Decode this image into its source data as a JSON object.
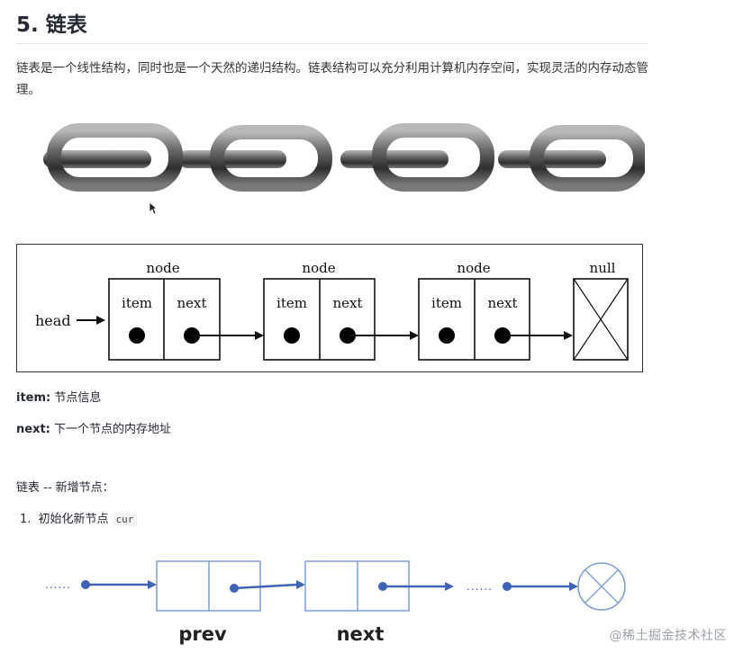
{
  "heading": "5. 链表",
  "intro": "链表是一个线性结构，同时也是一个天然的递归结构。链表结构可以充分利用计算机内存空间，实现灵活的内存动态管理。",
  "diagram": {
    "head_label": "head",
    "node_label": "node",
    "null_label": "null",
    "item_label": "item",
    "next_label": "next"
  },
  "definitions": [
    {
      "term": "item:",
      "desc": " 节点信息"
    },
    {
      "term": "next:",
      "desc": " 下一个节点的内存地址"
    }
  ],
  "subheading": "链表 -- 新增节点：",
  "steps": [
    {
      "number": "1.",
      "text": "初始化新节点",
      "code": "cur"
    }
  ],
  "bottom_diagram": {
    "dots_left": "......",
    "dots_mid": "......",
    "prev_label": "prev",
    "next_label": "next"
  },
  "watermark": "@稀土掘金技术社区",
  "colors": {
    "accent_blue": "#3e63b8",
    "box_blue": "#7f9fd4",
    "text": "#252933"
  }
}
